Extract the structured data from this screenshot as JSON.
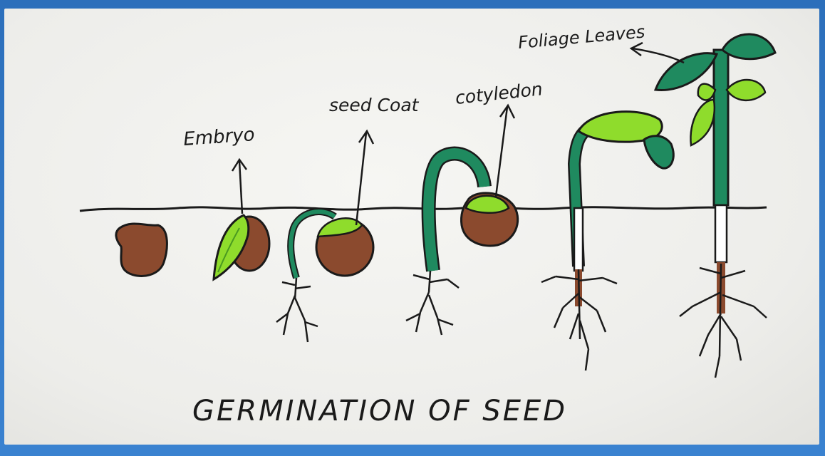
{
  "title": "GERMINATION OF SEED",
  "labels": {
    "embryo": "Embryo",
    "seed_coat": "seed Coat",
    "cotyledon": "cotyledon",
    "foliage_leaves": "Foliage Leaves"
  },
  "colors": {
    "seed_brown": "#8b4a2e",
    "light_green": "#8fdc2c",
    "dark_green": "#1f8a5f",
    "ink": "#1a1a1a",
    "border_blue": "#2f78c4"
  }
}
